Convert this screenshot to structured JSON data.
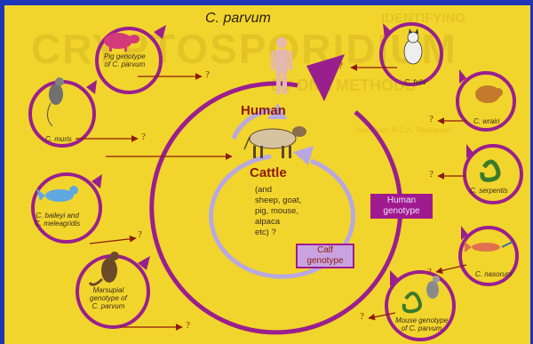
{
  "title": "C. parvum",
  "center": {
    "human": "Human",
    "cattle": "Cattle",
    "cattle_note": [
      "(and",
      "sheep, goat,",
      "pig, mouse,",
      "alpaca",
      "etc)"
    ],
    "cattle_q": "?"
  },
  "boxes": {
    "human_genotype": [
      "Human",
      "genotype"
    ],
    "calf_genotype": [
      "Calf",
      "genotype"
    ]
  },
  "hosts": {
    "pig": [
      "Pig genotype",
      "of C. parvum"
    ],
    "muris": [
      "C. muris"
    ],
    "baileyi": [
      "C. baileyi and",
      "C. meleagridis"
    ],
    "marsupial": [
      "Marsupial",
      "genotype of",
      "C. parvum"
    ],
    "felis": [
      "C. felis"
    ],
    "wrairi": [
      "C. wrairi"
    ],
    "serpentis": [
      "C. serpentis"
    ],
    "nasorum": [
      "C. nasorum"
    ],
    "mouse": [
      "Mouse genotype",
      "of C. parvum"
    ]
  },
  "question_mark": "?",
  "background_text": [
    "IDENTIFYING",
    "CRYPTOSPORIDIUM",
    "BY DNA METHODS",
    "Una Ryan, R.C.A. Thompson"
  ],
  "colors": {
    "frame": "#1f35b8",
    "panel": "#f2d52c",
    "purple": "#9a1f8e",
    "lavender": "#b9a8e0",
    "arrow": "#8b1c0c",
    "box_human": "#a01a8f",
    "box_calf": "#c9a3e0"
  }
}
